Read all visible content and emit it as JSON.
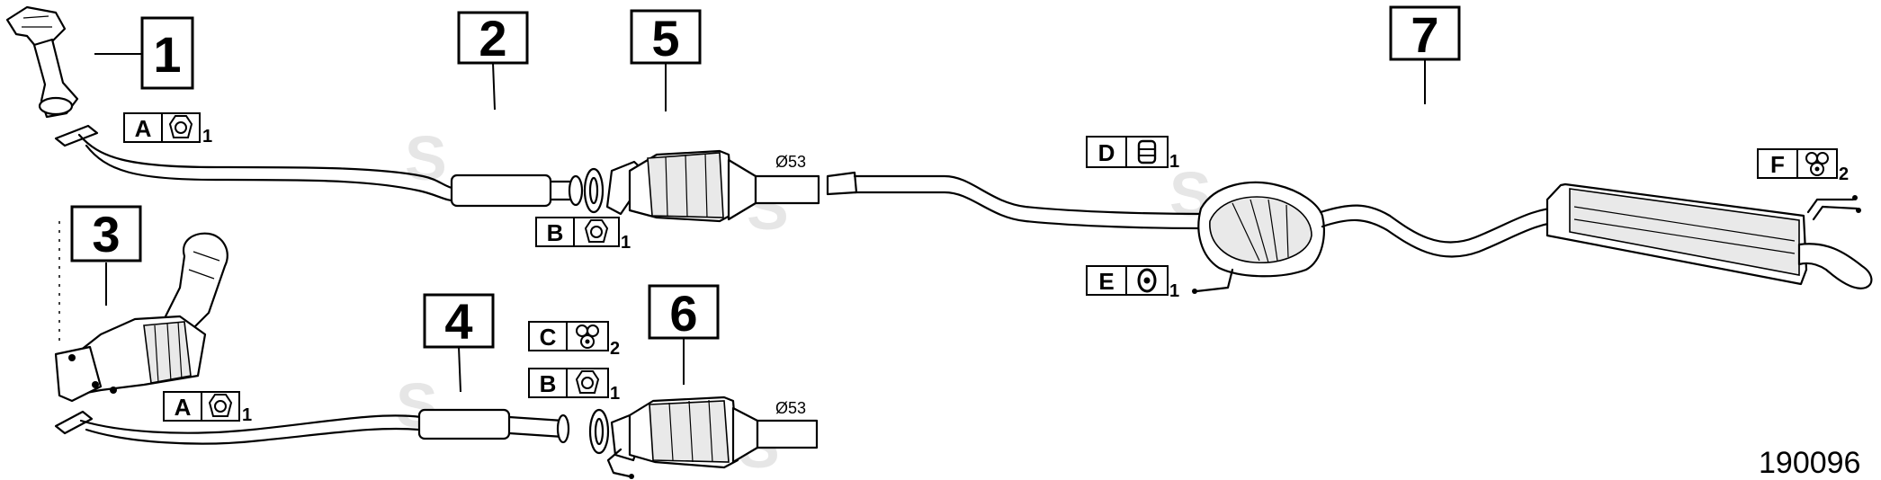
{
  "callouts": [
    "1",
    "2",
    "3",
    "4",
    "5",
    "6",
    "7"
  ],
  "tags": {
    "a1": {
      "letter": "A",
      "qty": "1",
      "icon": "gasket-icon"
    },
    "a2": {
      "letter": "A",
      "qty": "1",
      "icon": "gasket-icon"
    },
    "b1": {
      "letter": "B",
      "qty": "1",
      "icon": "gasket-icon"
    },
    "b2": {
      "letter": "B",
      "qty": "1",
      "icon": "gasket-icon"
    },
    "c": {
      "letter": "C",
      "qty": "2",
      "icon": "rubber-mount-icon"
    },
    "d": {
      "letter": "D",
      "qty": "1",
      "icon": "hanger-block-icon"
    },
    "e": {
      "letter": "E",
      "qty": "1",
      "icon": "rubber-ring-icon"
    },
    "f": {
      "letter": "F",
      "qty": "2",
      "icon": "rubber-mount-icon"
    }
  },
  "diameter_top": "Ø53",
  "diameter_bottom": "Ø53",
  "drawing_number": "190096"
}
